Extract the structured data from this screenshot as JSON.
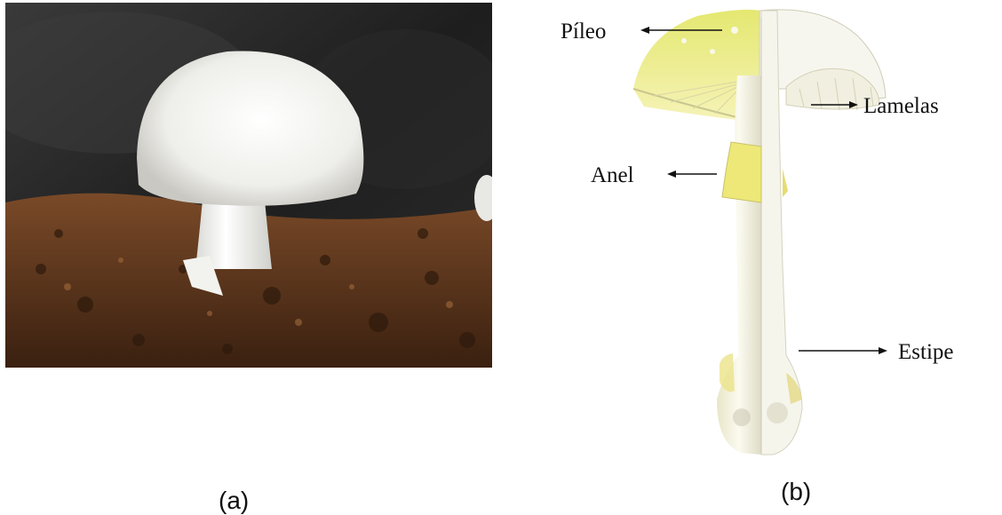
{
  "captions": {
    "a": "(a)",
    "b": "(b)"
  },
  "labels": {
    "pileo": "Píleo",
    "lamelas": "Lamelas",
    "anel": "Anel",
    "estipe": "Estipe"
  },
  "colors": {
    "background": "#ffffff",
    "label_text": "#111111",
    "soil": "#6b3e21",
    "cave_dark": "#202020",
    "cap_yellow": "#e6e87a",
    "stem_white": "#f4f2e8"
  }
}
